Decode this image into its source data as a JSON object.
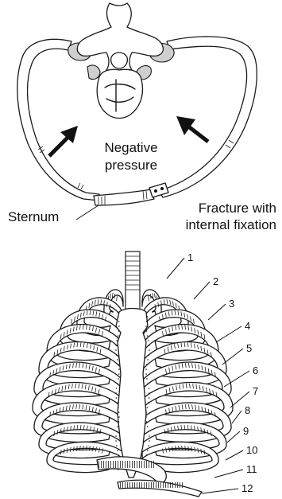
{
  "top_figure": {
    "label_pressure_line1": "Negative",
    "label_pressure_line2": "pressure",
    "label_sternum": "Sternum",
    "label_fracture_line1": "Fracture with",
    "label_fracture_line2": "internal fixation"
  },
  "bottom_figure": {
    "rib_numbers": [
      "1",
      "2",
      "3",
      "4",
      "5",
      "6",
      "7",
      "8",
      "9",
      "10",
      "11",
      "12"
    ]
  }
}
